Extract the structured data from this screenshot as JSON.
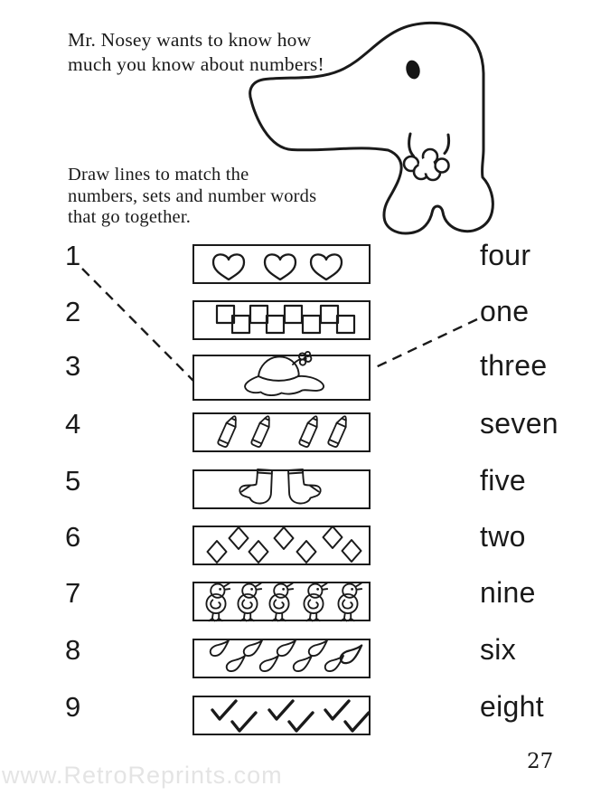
{
  "colors": {
    "ink": "#1a1a1a",
    "paper": "#ffffff",
    "watermark_gray": "#e4e4e4"
  },
  "intro": {
    "lines": [
      "Mr. Nosey wants to know how",
      "much you know about numbers!"
    ]
  },
  "instructions": {
    "lines": [
      "Draw lines to match the",
      "numbers, sets and number words",
      "that go together."
    ]
  },
  "matching": {
    "rows": [
      {
        "number": "1",
        "word": "four",
        "set_icon": "hearts",
        "set_count": 3
      },
      {
        "number": "2",
        "word": "one",
        "set_icon": "squares",
        "set_count": 8
      },
      {
        "number": "3",
        "word": "three",
        "set_icon": "sun-hat",
        "set_count": 1
      },
      {
        "number": "4",
        "word": "seven",
        "set_icon": "crayons",
        "set_count": 4
      },
      {
        "number": "5",
        "word": "five",
        "set_icon": "socks",
        "set_count": 2
      },
      {
        "number": "6",
        "word": "two",
        "set_icon": "diamonds",
        "set_count": 7
      },
      {
        "number": "7",
        "word": "nine",
        "set_icon": "chicks",
        "set_count": 5
      },
      {
        "number": "8",
        "word": "six",
        "set_icon": "raindrops",
        "set_count": 9
      },
      {
        "number": "9",
        "word": "eight",
        "set_icon": "checkmarks",
        "set_count": 6
      }
    ],
    "example_lines": [
      {
        "from": "number-1",
        "to": "set-box-3"
      },
      {
        "from": "word-one",
        "to": "set-box-3"
      }
    ]
  },
  "footer": {
    "page_number": "27",
    "watermark": "www.RetroReprints.com"
  }
}
